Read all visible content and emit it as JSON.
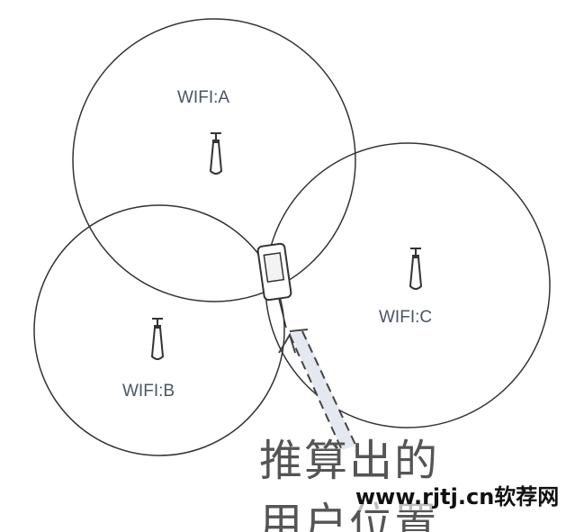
{
  "access_points": [
    {
      "label": "WIFI:A"
    },
    {
      "label": "WIFI:B"
    },
    {
      "label": "WIFI:C"
    }
  ],
  "caption": {
    "line1": "推算出的",
    "line2": "用户位置"
  },
  "watermark": "www.rjtj.cn软荐网",
  "colors": {
    "stroke": "#333333",
    "label": "#4a5566",
    "arrow_fill": "#e4e8f0"
  }
}
